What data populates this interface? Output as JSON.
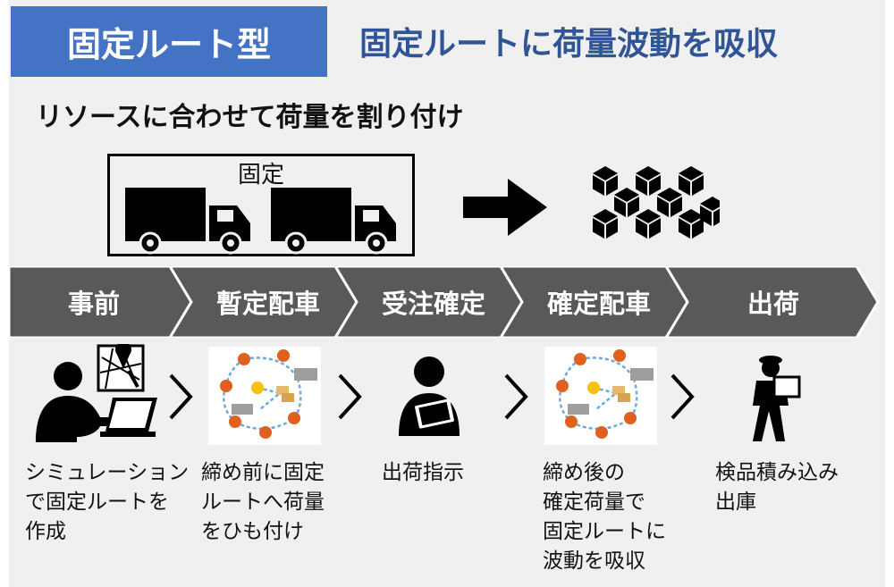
{
  "header": {
    "tag": "固定ルート型",
    "headline": "固定ルートに荷量波動を吸収",
    "tag_color": "#4472c4",
    "headline_color": "#2f5597"
  },
  "subtitle": "リソースに合わせて荷量を割り付け",
  "resources": {
    "fixed_label": "固定",
    "truck_count": 2,
    "box_count": 9
  },
  "flow": {
    "bar_color": "#595959",
    "steps": [
      {
        "label": "事前",
        "icon": "person-with-laptop-and-map-icon",
        "description": "シミュレーション\nで固定ルートを\n作成"
      },
      {
        "label": "暫定配車",
        "icon": "route-network-icon",
        "description": "締め前に固定\nルートへ荷量\nをひも付け"
      },
      {
        "label": "受注確定",
        "icon": "person-with-tablet-icon",
        "description": "出荷指示"
      },
      {
        "label": "確定配車",
        "icon": "route-network-icon",
        "description": "締め後の\n確定荷量で\n固定ルートに\n波動を吸収"
      },
      {
        "label": "出荷",
        "icon": "delivery-person-icon",
        "description": "検品積み込み\n出庫"
      }
    ]
  }
}
